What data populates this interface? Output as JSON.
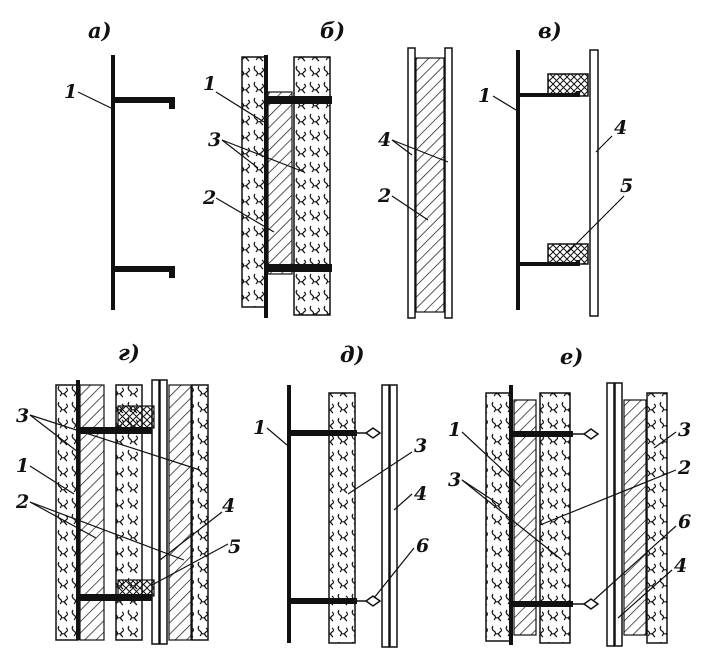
{
  "panels": {
    "a": {
      "title": "а)",
      "labels": {
        "l1": "1"
      }
    },
    "b": {
      "title": "б)",
      "labels": {
        "l1": "1",
        "l3": "3",
        "l2": "2"
      }
    },
    "b2": {
      "labels": {
        "l4": "4",
        "l2": "2"
      }
    },
    "v": {
      "title": "в)",
      "labels": {
        "l1": "1",
        "l4": "4",
        "l5": "5"
      }
    },
    "g": {
      "title": "г)",
      "labels": {
        "l3": "3",
        "l1": "1",
        "l2": "2",
        "l4": "4",
        "l5": "5"
      }
    },
    "d": {
      "title": "д)",
      "labels": {
        "l1": "1",
        "l3": "3",
        "l4": "4",
        "l6": "6"
      }
    },
    "e": {
      "title": "е)",
      "labels": {
        "l1": "1",
        "l3a": "3",
        "l3b": "3",
        "l2": "2",
        "l6": "6",
        "l4": "4"
      }
    }
  }
}
